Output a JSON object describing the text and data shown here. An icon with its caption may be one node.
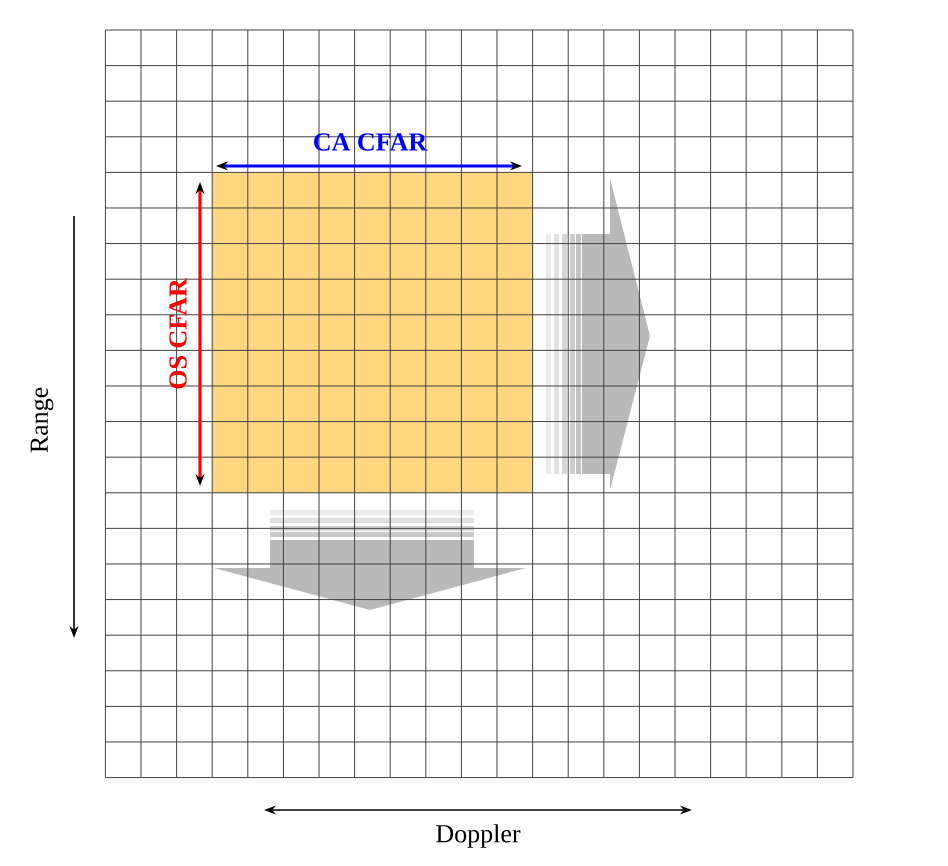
{
  "diagram": {
    "labels": [
      "CA CFAR",
      "OS CFAR",
      "Range",
      "Doppler"
    ]
  }
}
